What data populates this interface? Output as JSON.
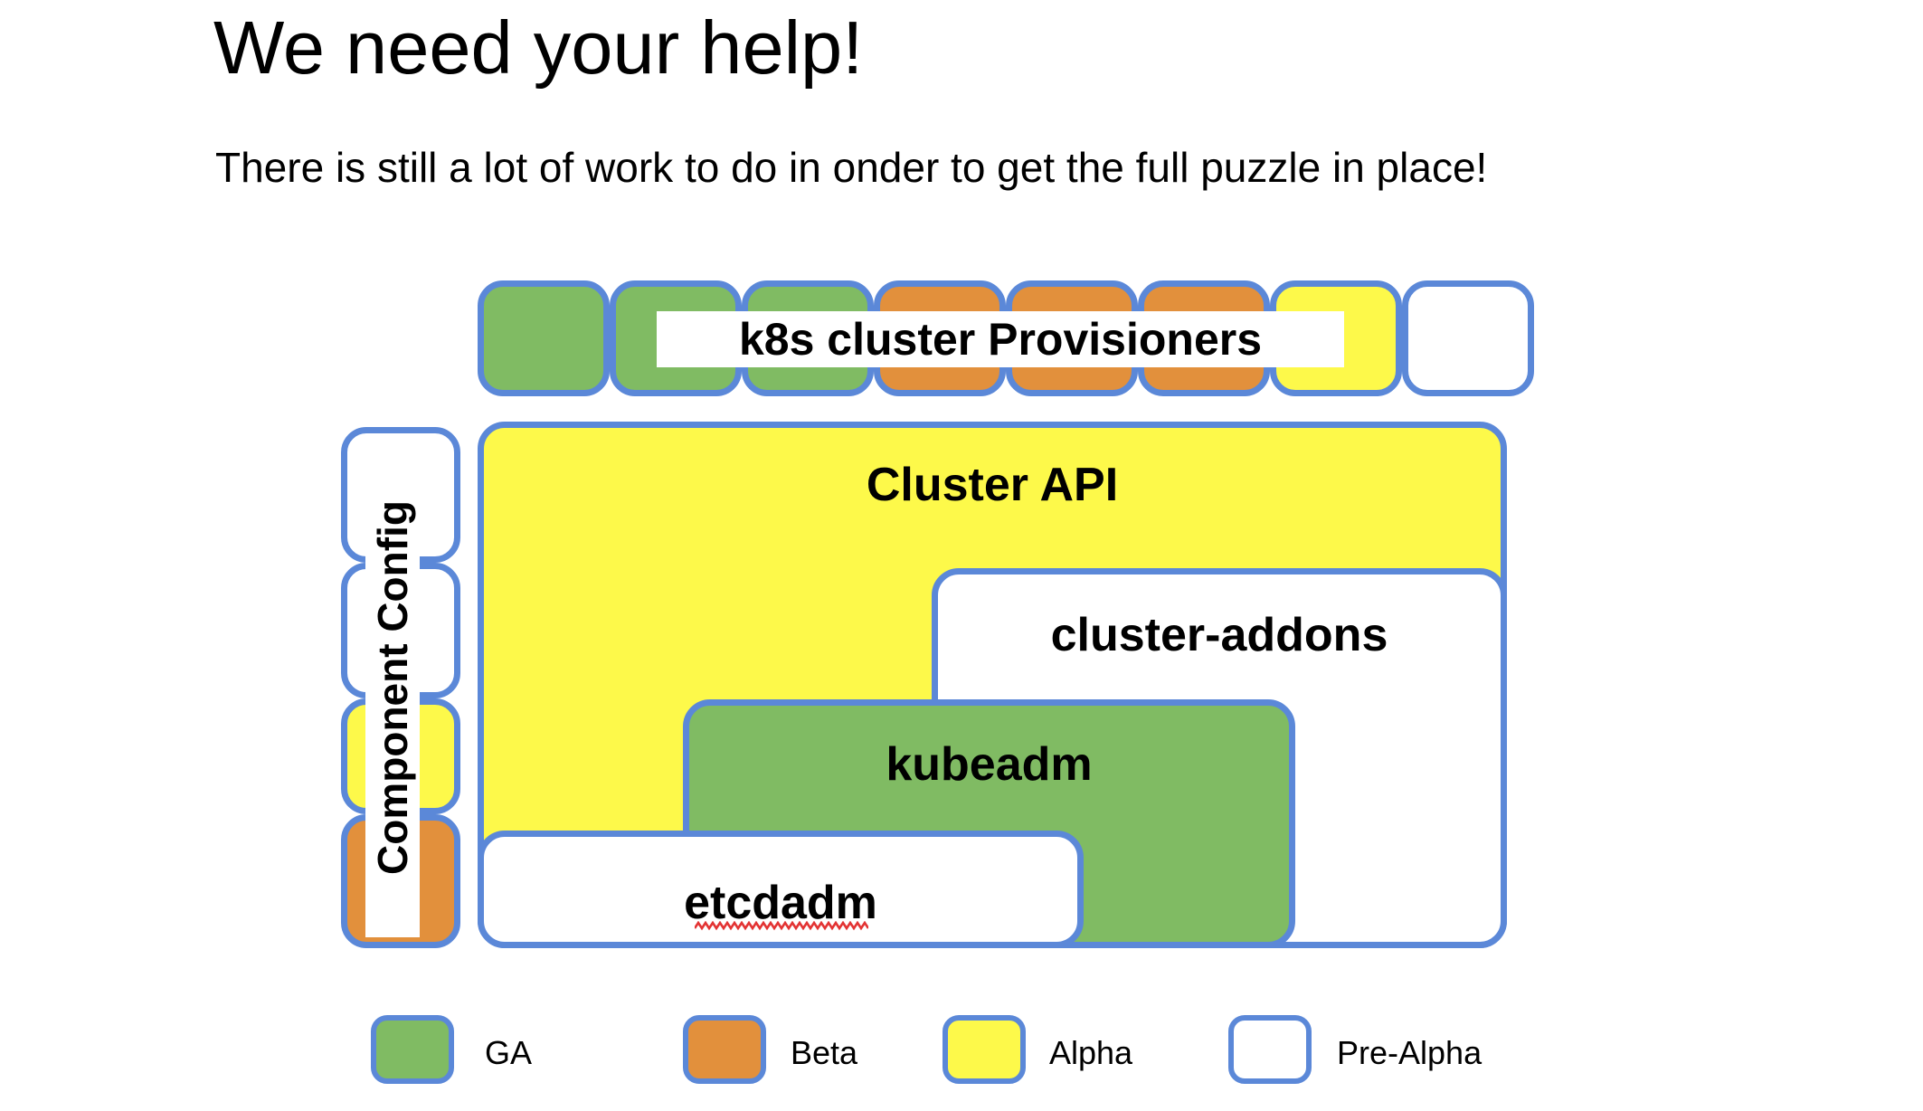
{
  "slide": {
    "title": "We need your help!",
    "subtitle": "There is still a lot of work to do in onder to get the full puzzle in place!"
  },
  "colors": {
    "ga": "#80bb63",
    "beta": "#e2903c",
    "alpha": "#fdf94a",
    "pre_alpha": "#ffffff",
    "border": "#5b88d8",
    "text": "#000000",
    "spellcheck": "#e33333"
  },
  "provisioners": {
    "label": "k8s cluster Provisioners",
    "tiles": [
      {
        "status": "GA"
      },
      {
        "status": "GA"
      },
      {
        "status": "GA"
      },
      {
        "status": "Beta"
      },
      {
        "status": "Beta"
      },
      {
        "status": "Beta"
      },
      {
        "status": "Alpha"
      },
      {
        "status": "Pre-Alpha"
      }
    ]
  },
  "component_config": {
    "label": "Component Config",
    "tiles": [
      {
        "status": "Pre-Alpha"
      },
      {
        "status": "Pre-Alpha"
      },
      {
        "status": "Alpha"
      },
      {
        "status": "Beta"
      }
    ]
  },
  "boxes": [
    {
      "label": "Cluster API",
      "status": "Alpha"
    },
    {
      "label": "cluster-addons",
      "status": "Pre-Alpha"
    },
    {
      "label": "kubeadm",
      "status": "GA"
    },
    {
      "label": "etcdadm",
      "status": "Pre-Alpha",
      "spellchecked": true
    }
  ],
  "legend": {
    "items": [
      {
        "label": "GA",
        "status": "GA"
      },
      {
        "label": "Beta",
        "status": "Beta"
      },
      {
        "label": "Alpha",
        "status": "Alpha"
      },
      {
        "label": "Pre-Alpha",
        "status": "Pre-Alpha"
      }
    ]
  }
}
